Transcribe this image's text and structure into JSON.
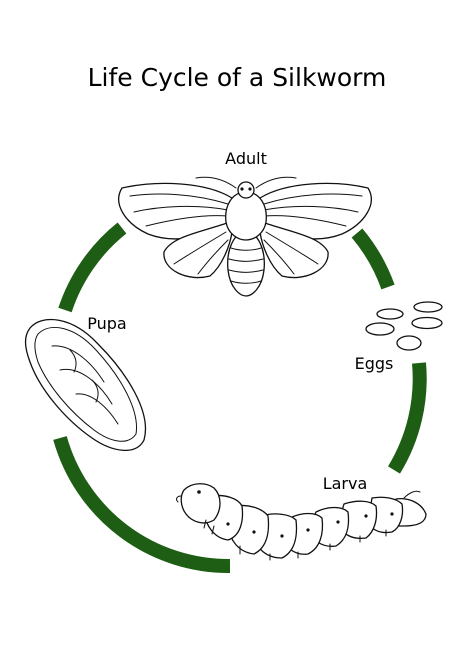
{
  "title": "Life Cycle of a Silkworm",
  "stages": {
    "adult": "Adult",
    "eggs": "Eggs",
    "larva": "Larva",
    "pupa": "Pupa"
  },
  "colors": {
    "cycle_arrow": "#1e5e14",
    "outline": "#111111",
    "background": "#ffffff"
  }
}
